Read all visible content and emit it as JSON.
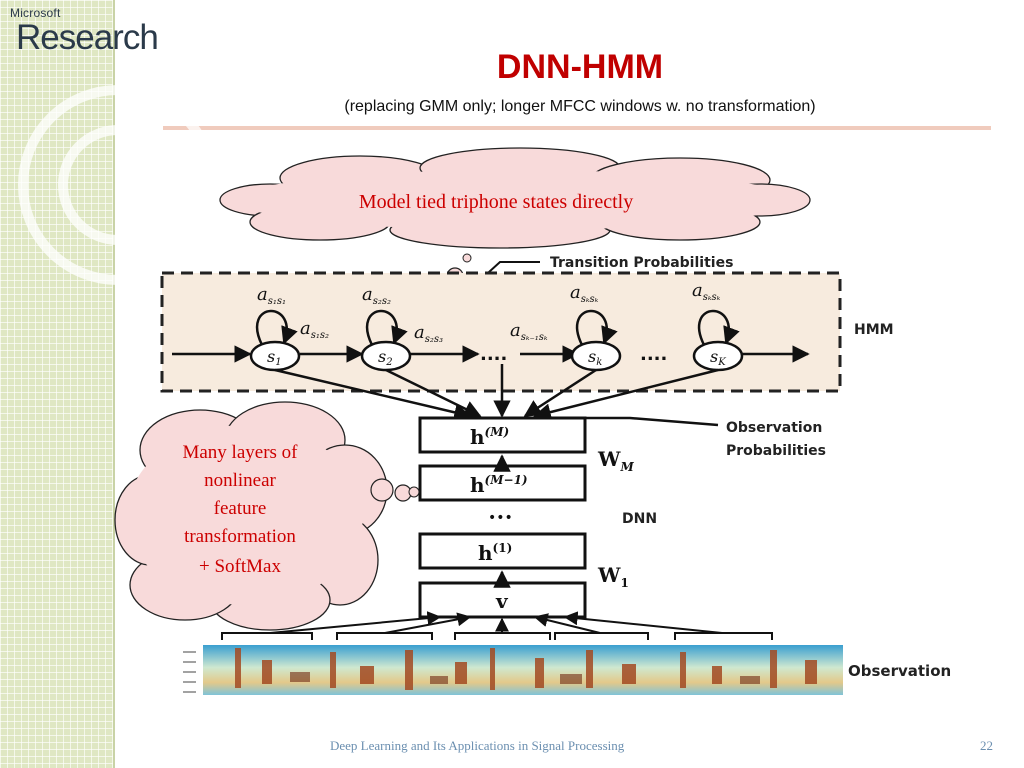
{
  "logo": {
    "line1": "Microsoft",
    "line2": "Research"
  },
  "title": "DNN-HMM",
  "subtitle": "(replacing GMM only; longer MFCC windows w. no transformation)",
  "callouts": {
    "top": "Model tied triphone states directly",
    "left": [
      "Many layers of",
      "nonlinear",
      "feature",
      "transformation",
      "+ SoftMax"
    ]
  },
  "diagram": {
    "transition_label": "Transition Probabilities",
    "hmm_label": "HMM",
    "observation_prob_label": [
      "Observation",
      "Probabilities"
    ],
    "dnn_label": "DNN",
    "observation_label": "Observation",
    "hmm_states": [
      {
        "sym": "s",
        "sub": "1"
      },
      {
        "sym": "s",
        "sub": "2"
      },
      {
        "sym": "s",
        "sub": "k"
      },
      {
        "sym": "s",
        "sub": "K"
      }
    ],
    "self_loops": [
      {
        "sym": "a",
        "sub": "s₁s₁"
      },
      {
        "sym": "a",
        "sub": "s₂s₂"
      },
      {
        "sym": "a",
        "sub": "sₖsₖ"
      },
      {
        "sym": "a",
        "sub": "sₖsₖ"
      }
    ],
    "transitions": [
      {
        "sym": "a",
        "sub": "s₁s₂"
      },
      {
        "sym": "a",
        "sub": "s₂s₃"
      },
      {
        "sym": "a",
        "sub": "sₖ₋₁sₖ"
      }
    ],
    "ellipsis": "....",
    "layers": [
      {
        "main": "h",
        "sup": "(M)"
      },
      {
        "main": "h",
        "sup": "(M−1)"
      },
      {
        "main": "h",
        "sup": "(1)"
      },
      {
        "main": "v",
        "sup": ""
      }
    ],
    "layer_dots": "•••",
    "weights": [
      {
        "main": "W",
        "sub": "M"
      },
      {
        "main": "W",
        "sub": "1"
      }
    ]
  },
  "footer": "Deep Learning and Its Applications in Signal Processing",
  "page_number": "22",
  "colors": {
    "title": "#c00000",
    "callout_fill": "#f8dada",
    "callout_text": "#cc0000",
    "hmm_box_fill": "#f7ebde",
    "footer": "#6b8fb0"
  }
}
